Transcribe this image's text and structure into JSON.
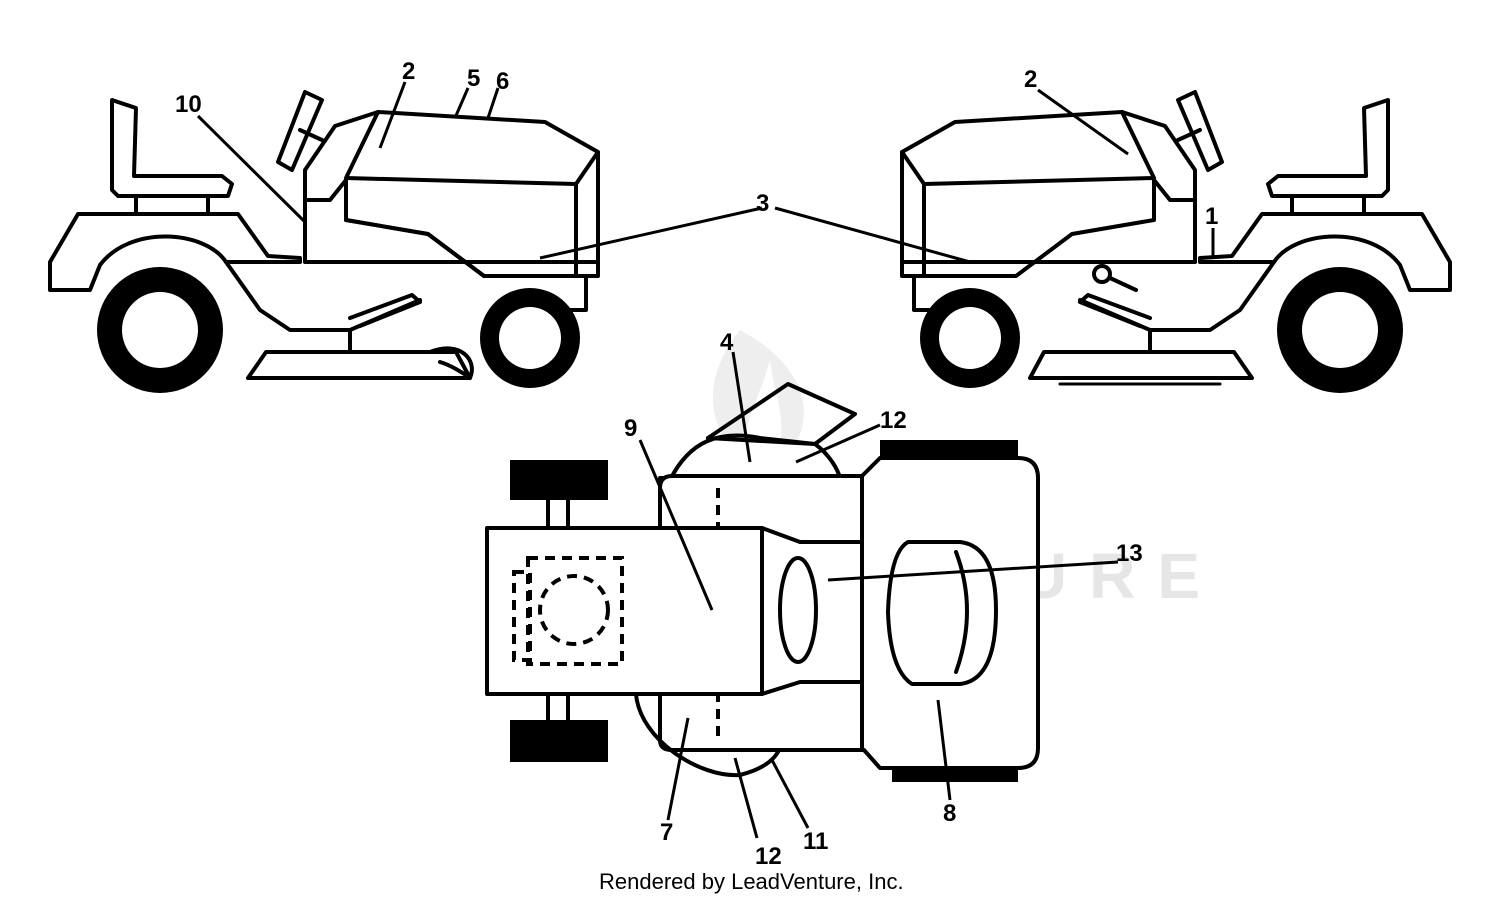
{
  "callouts": {
    "left_view": [
      "10",
      "2",
      "5",
      "6"
    ],
    "shared": [
      "3"
    ],
    "right_view": [
      "2",
      "1"
    ],
    "top_view": [
      "4",
      "12",
      "9",
      "13",
      "7",
      "12",
      "11",
      "8"
    ]
  },
  "watermark": "LEADVENTURE",
  "credit": "Rendered by LeadVenture, Inc."
}
